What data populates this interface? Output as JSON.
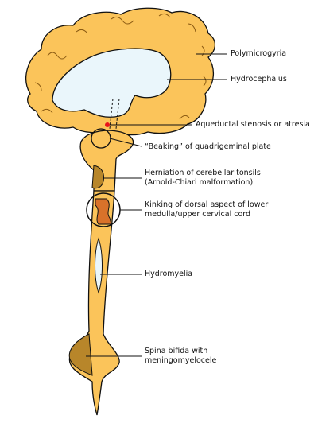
{
  "labels": {
    "polymicrogyria": "Polymicrogyria",
    "hydrocephalus": "Hydrocephalus",
    "aqueductal": "Aqueductal stenosis or atresia",
    "beaking": "“Beaking” of quadrigeminal plate",
    "herniation": "Herniation of cerebellar tonsils\n(Arnold-Chiari malformation)",
    "kinking": "Kinking of dorsal aspect of lower\nmedulla/upper cervical cord",
    "hydromyelia": "Hydromyelia",
    "spina_bifida": "Spina bifida with\nmeningomyelocele"
  },
  "colors": {
    "brain_fill": "#fbc45a",
    "ventricle_fill": "#eaf6fb",
    "dark_fill": "#b8862a",
    "kink_fill": "#d9722a",
    "stenosis_dot": "#e8141c",
    "outline": "#111111"
  }
}
